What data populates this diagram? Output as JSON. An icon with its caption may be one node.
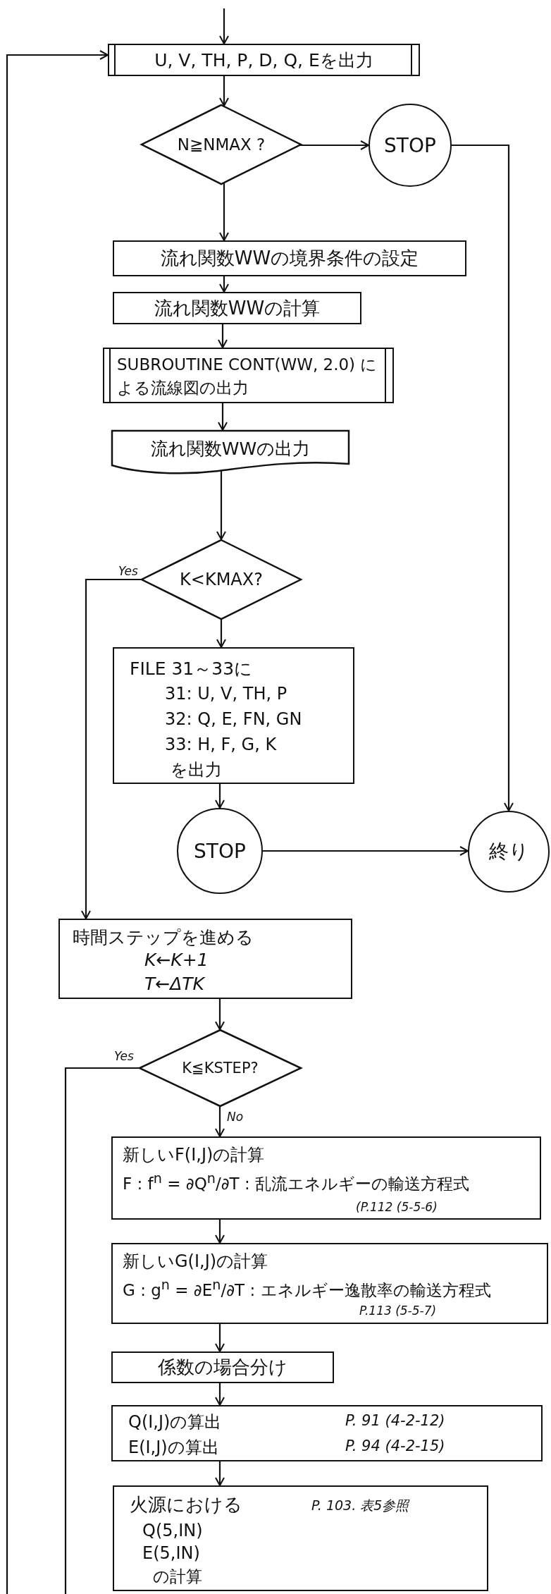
{
  "diagram": {
    "nodes": [
      {
        "text": [
          "U, V, TH, P, D, Q, Eを出力"
        ]
      },
      {
        "text": [
          "N≧NMAX ?"
        ]
      },
      {
        "text": [
          "STOP"
        ]
      },
      {
        "text": [
          "流れ関数WWの境界条件の設定"
        ]
      },
      {
        "text": [
          "流れ関数WWの計算"
        ]
      },
      {
        "text": [
          "SUBROUTINE CONT(WW, 2.0) による流線図の出力"
        ]
      },
      {
        "text": [
          "流れ関数WWの出力"
        ]
      },
      {
        "text": [
          "K<KMAX?"
        ]
      },
      {
        "text": [
          "FILE 31～33に",
          "31: U, V, TH, P",
          "32: Q, E, FN, GN",
          "33: H, F, G, K",
          "を出力"
        ]
      },
      {
        "text": [
          "STOP"
        ]
      },
      {
        "text": [
          "終り"
        ]
      },
      {
        "text": [
          "時間ステップを進める",
          "K←K+1",
          "T←ΔTK"
        ]
      },
      {
        "text": [
          "K≦KSTEP?"
        ]
      },
      {
        "text": [
          "新しいF(I,J)の計算",
          "F : f$^{n}$ = ∂Q$^{n}$/∂T : 乱流エネルギーの輸送方程式",
          "(P.112 (5-5-6)"
        ]
      },
      {
        "text": [
          "新しいG(I,J)の計算",
          "G : g$^{n}$ = ∂E$^{n}$/∂T : エネルギー逸散率の輸送方程式",
          "P.113 (5-5-7)"
        ]
      },
      {
        "text": [
          "係数の場合分け"
        ]
      },
      {
        "text": [
          "Q(I,J)の算出",
          "P. 91 (4-2-12)",
          "E(I,J)の算出",
          "P. 94 (4-2-15)"
        ]
      },
      {
        "text": [
          "火源における",
          "P. 103. 表5参照",
          "Q(5,IN)",
          "E(5,IN)",
          "の計算"
        ]
      }
    ],
    "edges": [
      {
        "from": null,
        "to": 0,
        "arrow": "to"
      },
      {
        "from": null,
        "to": 0,
        "arrow": "to"
      },
      {
        "from": 0,
        "to": 1,
        "arrow": "to"
      },
      {
        "from": 1,
        "to": 2,
        "arrow": "to"
      },
      {
        "from": 2,
        "to": 10,
        "arrow": "to"
      },
      {
        "from": 1,
        "to": 3,
        "arrow": "to"
      },
      {
        "from": 3,
        "to": 4,
        "arrow": "to"
      },
      {
        "from": 4,
        "to": 5,
        "arrow": "to"
      },
      {
        "from": 5,
        "to": 6,
        "arrow": "to"
      },
      {
        "from": 6,
        "to": 7,
        "arrow": "to"
      },
      {
        "from": 7,
        "to": 11,
        "arrow": "to",
        "label": "Yes"
      },
      {
        "from": 7,
        "to": 8,
        "arrow": "to"
      },
      {
        "from": 8,
        "to": 9,
        "arrow": "to"
      },
      {
        "from": 9,
        "to": 10,
        "arrow": "to"
      },
      {
        "from": 11,
        "to": 12,
        "arrow": "to"
      },
      {
        "from": 12,
        "to": null,
        "arrow": "none",
        "label": "Yes"
      },
      {
        "from": 12,
        "to": 13,
        "arrow": "to",
        "label": "No"
      },
      {
        "from": 13,
        "to": 14,
        "arrow": "to"
      },
      {
        "from": 14,
        "to": 15,
        "arrow": "to"
      },
      {
        "from": 15,
        "to": 16,
        "arrow": "to"
      },
      {
        "from": 16,
        "to": 17,
        "arrow": "to"
      }
    ]
  }
}
